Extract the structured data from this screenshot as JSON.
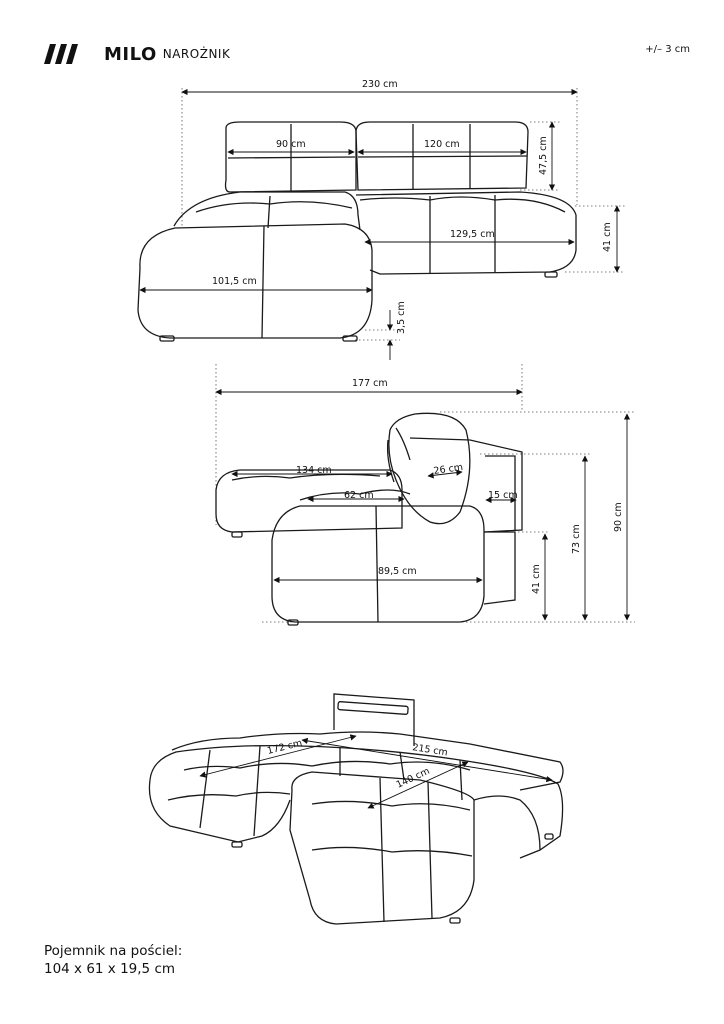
{
  "header": {
    "brand": "MILO",
    "model": "NAROŻNIK",
    "tolerance": "+/– 3 cm",
    "logo_icon": "triple-slash-logo-icon"
  },
  "views": {
    "front": {
      "total_width": "230 cm",
      "backrest_left": "90 cm",
      "backrest_right": "120 cm",
      "backrest_height": "47,5 cm",
      "seat_depth": "129,5 cm",
      "seat_height": "41 cm",
      "chaise_width": "101,5 cm",
      "leg_height": "3,5 cm"
    },
    "side": {
      "total_depth": "177 cm",
      "chaise_length": "134 cm",
      "seat_cushion": "62 cm",
      "headrest": "26 cm",
      "back_gap": "15 cm",
      "seat_depth": "89,5 cm",
      "seat_height": "41 cm",
      "back_height": "73 cm",
      "total_height": "90 cm"
    },
    "bed": {
      "width": "172 cm",
      "length": "215 cm",
      "sleep_width": "140 cm"
    }
  },
  "storage": {
    "label": "Pojemnik na pościel:",
    "size": "104 x 61 x 19,5 cm"
  },
  "colors": {
    "line": "#1a1a1a",
    "guide": "#555555"
  }
}
